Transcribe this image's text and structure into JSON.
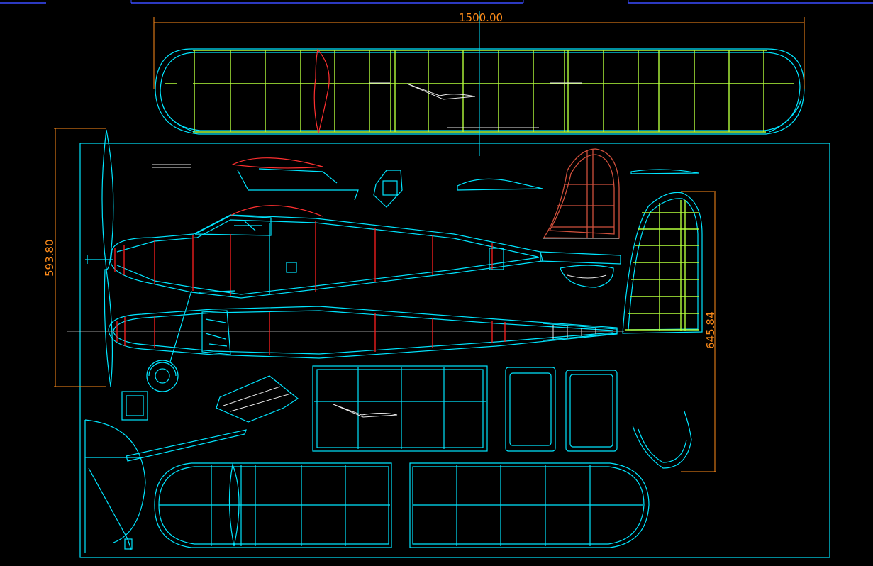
{
  "drawing": {
    "dimensions": {
      "wingspan": "1500.00",
      "prop_height": "593.80",
      "fin_height": "645.84"
    }
  },
  "colors": {
    "background": "#000000",
    "cyan": "#00e5ff",
    "red": "#ff2020",
    "green": "#b4ff3c",
    "orange": "#ff8c1a",
    "white": "#e8e8e8",
    "brown": "#d0503c",
    "ui_blue": "#3a4cff"
  }
}
